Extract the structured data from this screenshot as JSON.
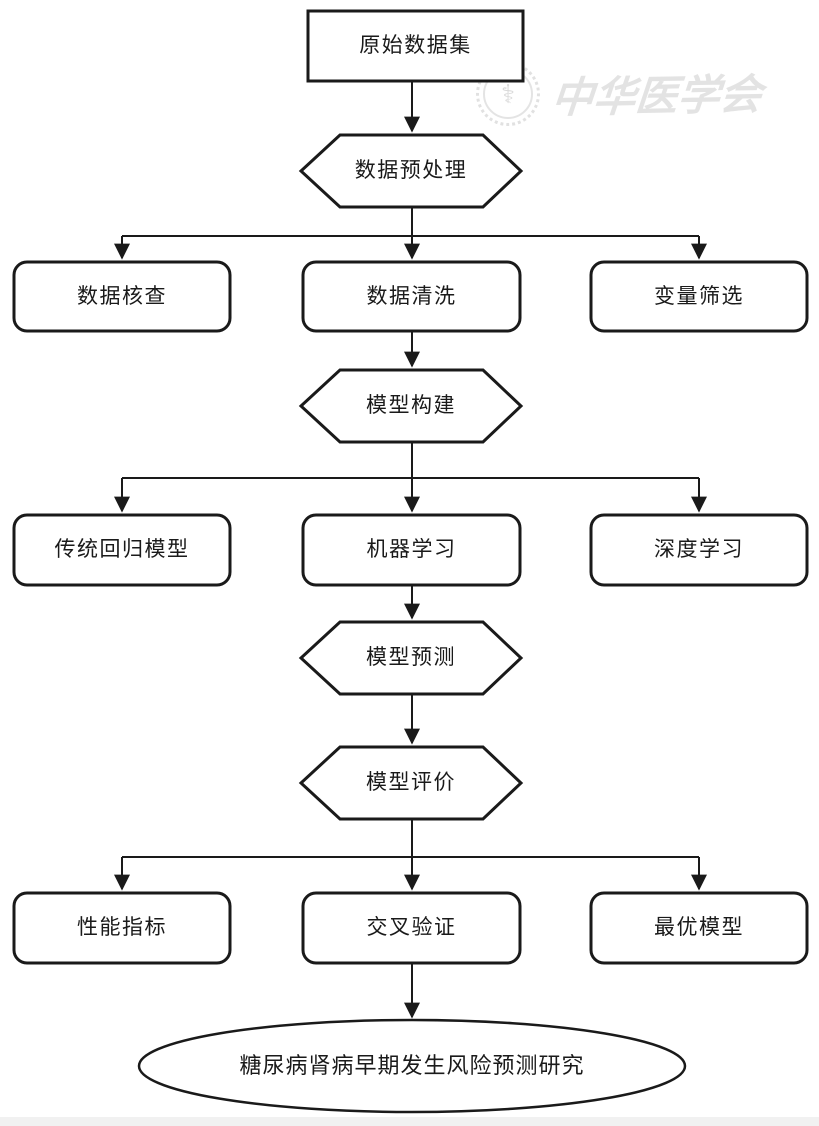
{
  "diagram_type": "flowchart",
  "nodes": {
    "start": {
      "label": "原始数据集",
      "shape": "rectangle"
    },
    "preprocess": {
      "label": "数据预处理",
      "shape": "hexagon"
    },
    "data_check": {
      "label": "数据核查",
      "shape": "rounded-rect"
    },
    "data_clean": {
      "label": "数据清洗",
      "shape": "rounded-rect"
    },
    "var_select": {
      "label": "变量筛选",
      "shape": "rounded-rect"
    },
    "model_build": {
      "label": "模型构建",
      "shape": "hexagon"
    },
    "trad_regression": {
      "label": "传统回归模型",
      "shape": "rounded-rect"
    },
    "machine_learning": {
      "label": "机器学习",
      "shape": "rounded-rect"
    },
    "deep_learning": {
      "label": "深度学习",
      "shape": "rounded-rect"
    },
    "model_predict": {
      "label": "模型预测",
      "shape": "hexagon"
    },
    "model_eval": {
      "label": "模型评价",
      "shape": "hexagon"
    },
    "perf_metrics": {
      "label": "性能指标",
      "shape": "rounded-rect"
    },
    "cross_valid": {
      "label": "交叉验证",
      "shape": "rounded-rect"
    },
    "best_model": {
      "label": "最优模型",
      "shape": "rounded-rect"
    },
    "end": {
      "label": "糖尿病肾病早期发生风险预测研究",
      "shape": "ellipse"
    }
  },
  "edges": [
    "start -> preprocess",
    "preprocess -> data_check",
    "preprocess -> data_clean",
    "preprocess -> var_select",
    "data_clean -> model_build",
    "model_build -> trad_regression",
    "model_build -> machine_learning",
    "model_build -> deep_learning",
    "machine_learning -> model_predict",
    "model_predict -> model_eval",
    "model_eval -> perf_metrics",
    "model_eval -> cross_valid",
    "model_eval -> best_model",
    "cross_valid -> end"
  ],
  "watermark": {
    "text": "中华医学会",
    "seal_glyph": "⚕"
  },
  "colors": {
    "line": "#1a1a1a",
    "text": "#1a1a1a",
    "background": "#ffffff",
    "watermark": "#e3e3e3",
    "page_edge": "#f1f1f1"
  }
}
